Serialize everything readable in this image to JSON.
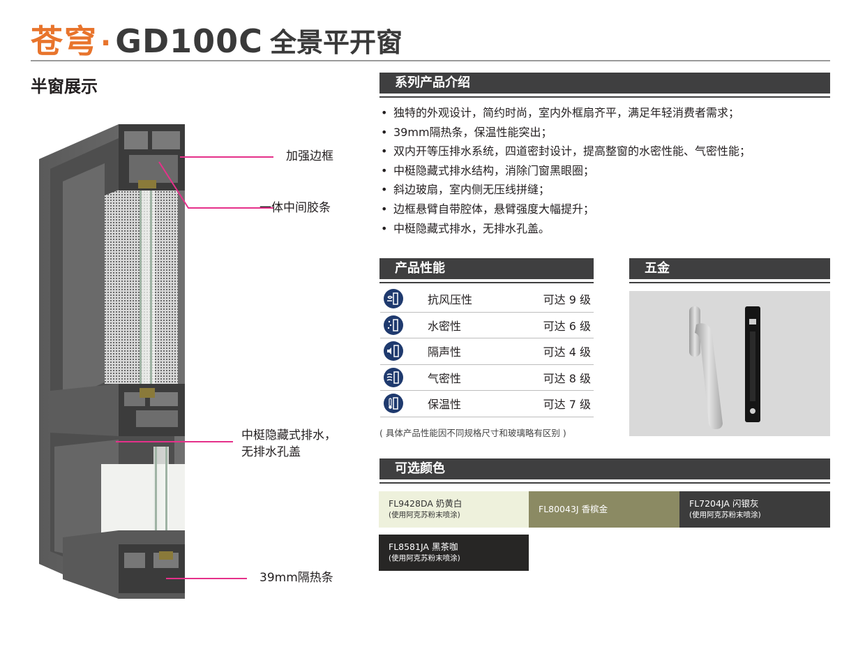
{
  "header": {
    "brand": "苍穹",
    "separator": "·",
    "model": "GD100C",
    "product": "全景平开窗"
  },
  "half_window": {
    "title": "半窗展示",
    "callouts": [
      {
        "lines": [
          "加强边框"
        ]
      },
      {
        "lines": [
          "一体中间胶条"
        ]
      },
      {
        "lines": [
          "中梃隐藏式排水，",
          "无排水孔盖"
        ]
      },
      {
        "lines": [
          "39mm隔热条"
        ]
      }
    ]
  },
  "intro": {
    "title": "系列产品介绍",
    "bullet": "•",
    "items": [
      "独特的外观设计，简约时尚，室内外框扇齐平，满足年轻消费者需求；",
      "39mm隔热条，保温性能突出；",
      "双内开等压排水系统，四道密封设计，提高整窗的水密性能、气密性能；",
      "中梃隐藏式排水结构，消除门窗黑眼圈；",
      "斜边玻扇，室内侧无压线拼缝；",
      "边框悬臂自带腔体，悬臂强度大幅提升；",
      "中梃隐藏式排水，无排水孔盖。"
    ]
  },
  "performance": {
    "title": "产品性能",
    "rows": [
      {
        "icon": "wind-pressure-icon",
        "name": "抗风压性",
        "value": "可达 9 级"
      },
      {
        "icon": "water-tightness-icon",
        "name": "水密性",
        "value": "可达 6 级"
      },
      {
        "icon": "sound-insulation-icon",
        "name": "隔声性",
        "value": "可达 4 级"
      },
      {
        "icon": "air-tightness-icon",
        "name": "气密性",
        "value": "可达 8 级"
      },
      {
        "icon": "thermal-insulation-icon",
        "name": "保温性",
        "value": "可达 7 级"
      }
    ],
    "note": "( 具体产品性能因不同规格尺寸和玻璃略有区别 )",
    "icon_color": "#1f3a6e"
  },
  "hardware": {
    "title": "五金"
  },
  "colors": {
    "title": "可选颜色",
    "swatches": [
      {
        "name": "FL9428DA 奶黄白",
        "note": "(使用阿克苏粉末喷涂)",
        "color": "#eef1dc",
        "text_color": "#333333"
      },
      {
        "name": "FL80043J 香槟金",
        "note": "",
        "color": "#8b8a63",
        "text_color": "#ffffff"
      },
      {
        "name": "FL7204JA 闪银灰",
        "note": "(使用阿克苏粉末喷涂)",
        "color": "#3c3c3c",
        "text_color": "#ffffff"
      },
      {
        "name": "FL8581JA 黑茶咖",
        "note": "(使用阿克苏粉末喷涂)",
        "color": "#272625",
        "text_color": "#ffffff"
      }
    ]
  },
  "palette": {
    "accent": "#e8742c",
    "callout_line": "#e5318a",
    "bar": "#3f3f40"
  }
}
